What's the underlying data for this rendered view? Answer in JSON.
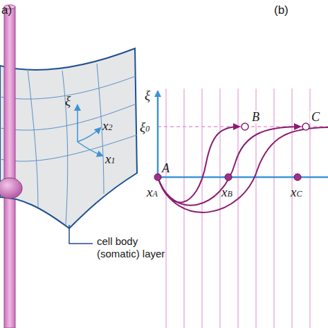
{
  "diagram": {
    "labels": [
      "a)",
      "(b)",
      "ξ",
      "x2",
      "x1",
      "cell body (somatic) layer",
      "ξ",
      "ξ0",
      "B",
      "C",
      "A",
      "xA",
      "xB",
      "xC"
    ]
  }
}
